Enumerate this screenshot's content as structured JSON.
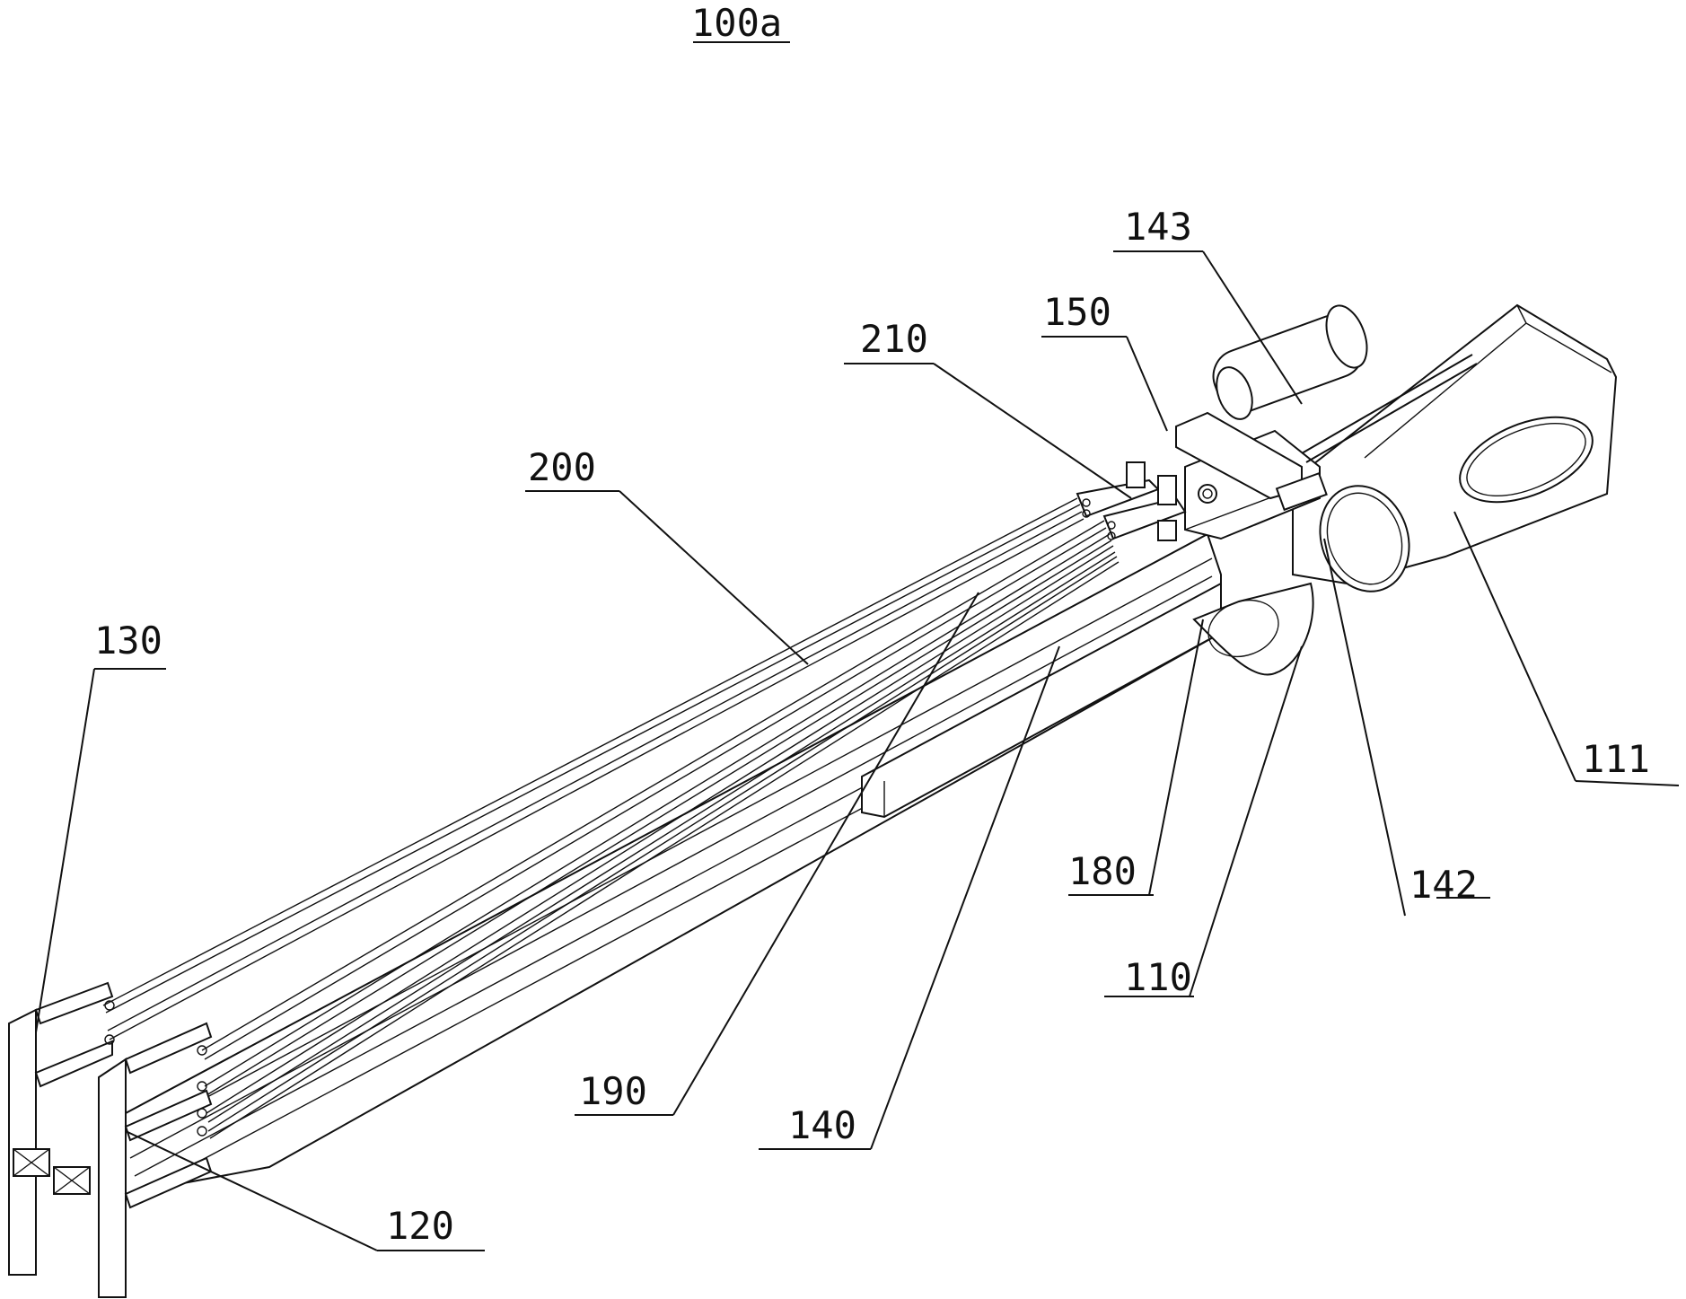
{
  "figure": {
    "title": "100a",
    "labels": {
      "l111": "111",
      "l110": "110",
      "l120": "120",
      "l130": "130",
      "l140": "140",
      "l142": "142",
      "l143": "143",
      "l150": "150",
      "l180": "180",
      "l190": "190",
      "l200": "200",
      "l210": "210"
    }
  },
  "colors": {
    "line": "#111111",
    "background": "#ffffff"
  }
}
